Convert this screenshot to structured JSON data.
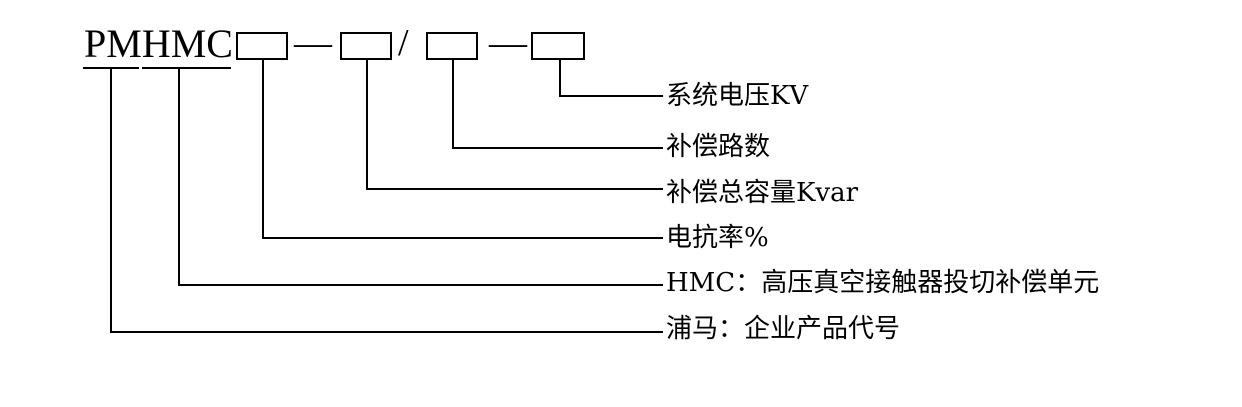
{
  "diagram": {
    "model_prefix": "PMHMC",
    "separators": {
      "dash_1": "—",
      "slash": "/",
      "dash_2": "—"
    },
    "labels": [
      "系统电压KV",
      "补偿路数",
      "补偿总容量Kvar",
      "电抗率%",
      "HMC：高压真空接触器投切补偿单元",
      "浦马：企业产品代号"
    ]
  }
}
